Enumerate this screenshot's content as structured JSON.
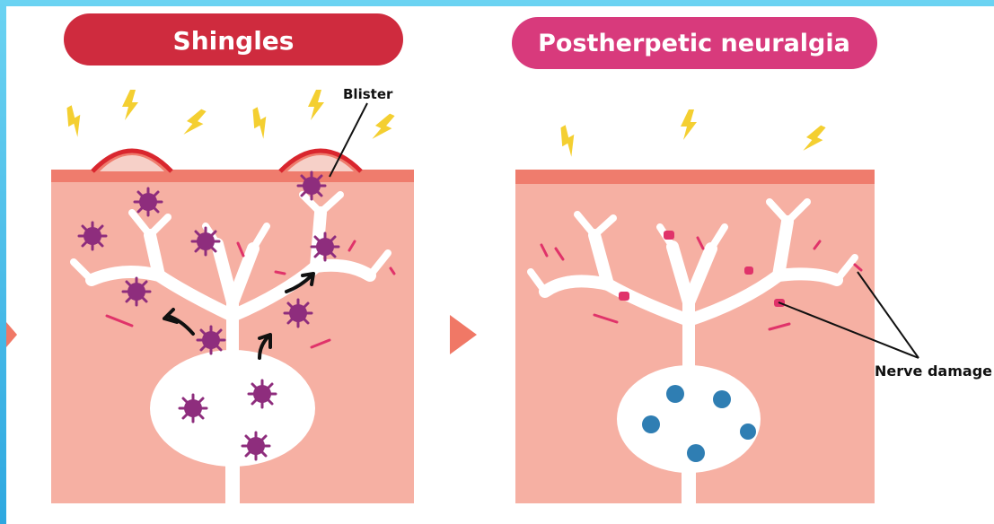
{
  "panels": {
    "left": {
      "title": "Shingles",
      "callouts": {
        "blister": "Blister"
      }
    },
    "right": {
      "title": "Postherpetic neuralgia",
      "callouts": {
        "nerve_damage": "Nerve damage"
      }
    }
  },
  "colors": {
    "frame": "#49c3ec",
    "left_pill": "#cf2b3e",
    "right_pill": "#d83a7c",
    "skin": "#f6b0a3",
    "skin_top": "#ef7c6d",
    "virus_active": "#8e2d7d",
    "virus_dormant": "#2f7eb3",
    "pain_bolt": "#f4cf31",
    "nerve": "#ffffff",
    "damage": "#e0336a",
    "arrow": "#f07866"
  },
  "icons": [
    "lightning-icon",
    "virus-icon",
    "blister-icon",
    "next-arrow-icon"
  ]
}
